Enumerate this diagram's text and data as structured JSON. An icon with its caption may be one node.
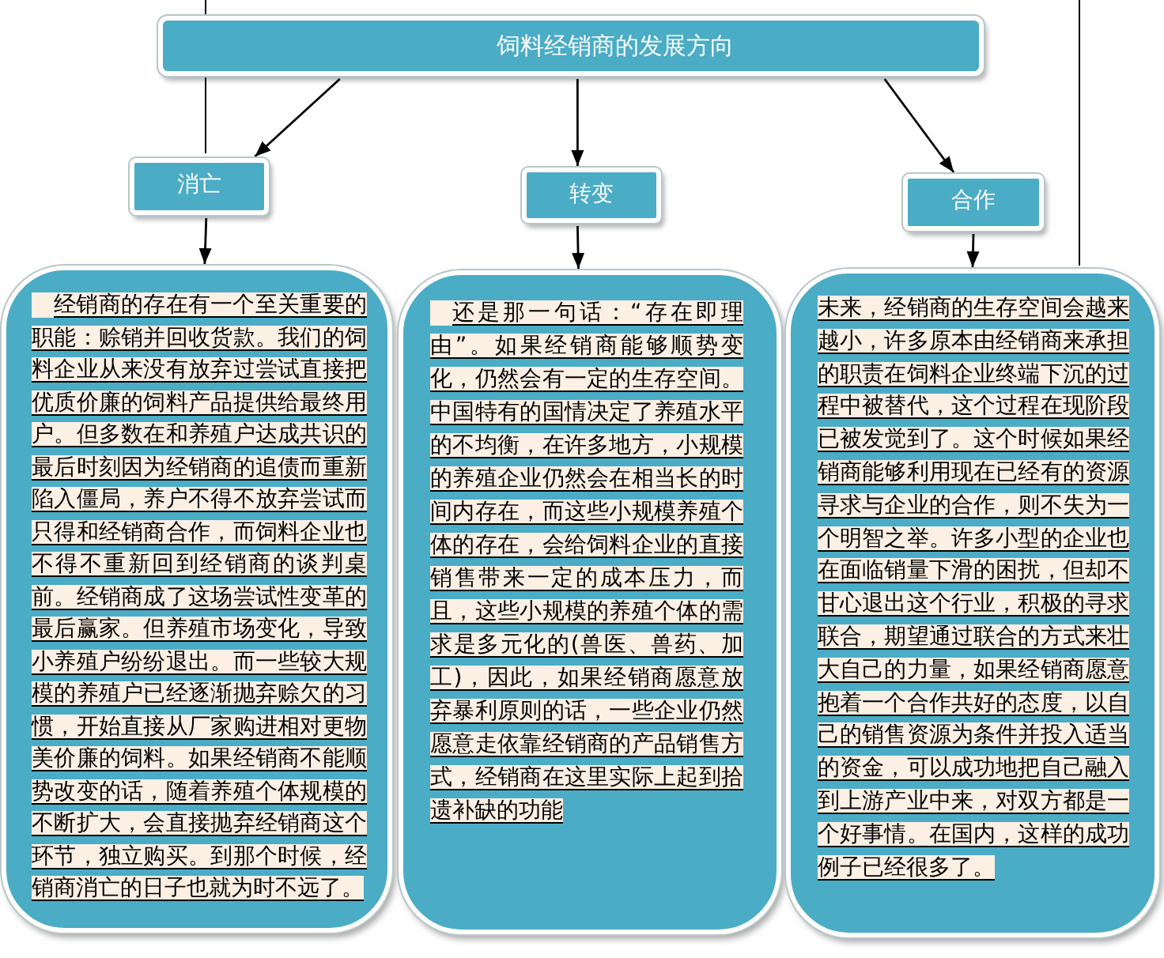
{
  "diagram": {
    "nodes": [
      {
        "text": [
          "饲料经销商的发展方向"
        ]
      },
      {
        "text": [
          "消亡"
        ]
      },
      {
        "text": [
          "转变"
        ]
      },
      {
        "text": [
          "合作"
        ]
      },
      {
        "text": [
          "经销商的存在有一个至关重要的职能：赊销并回收货款。我们的饲料企业从来没有放弃过尝试直接把优质价廉的饲料产品提供给最终用户。但多数在和养殖户达成共识的最后时刻因为经销商的追债而重新陷入僵局，养户不得不放弃尝试而只得和经销商合作，而饲料企业也不得不重新回到经销商的谈判桌前。经销商成了这场尝试性变革的最后赢家。但养殖市场变化，导致小养殖户纷纷退出。而一些较大规模的养殖户已经逐渐抛弃赊欠的习惯，开始直接从厂家购进相对更物美价廉的饲料。如果经销商不能顺势改变的话，随着养殖个体规模的不断扩大，会直接抛弃经销商这个环节，独立购买。到那个时候，经销商消亡的日子也就为时不远了。"
        ]
      },
      {
        "text": [
          "还是那一句话：“存在即理由”。如果经销商能够顺势变化，仍然会有一定的生存空间。中国特有的国情决定了养殖水平的不均衡，在许多地方，小规模的养殖企业仍然会在相当长的时间内存在，而这些小规模养殖个体的存在，会给饲料企业的直接销售带来一定的成本压力，而且，这些小规模的养殖个体的需求是多元化的(兽医、兽药、加工)，因此，如果经销商愿意放弃暴利原则的话，一些企业仍然愿意走依靠经销商的产品销售方式，经销商在这里实际上起到拾遗补缺的功能"
        ]
      },
      {
        "text": [
          "未来，经销商的生存空间会越来越小，许多原本由经销商来承担的职责在饲料企业终端下沉的过程中被替代，这个过程在现阶段已被发觉到了。这个时候如果经销商能够利用现在已经有的资源寻求与企业的合作，则不失为一个明智之举。许多小型的企业也在面临销量下滑的困扰，但却不甘心退出这个行业，积极的寻求联合，期望通过联合的方式来壮大自己的力量，如果经销商愿意抱着一个合作共好的态度，以自己的销售资源为条件并投入适当的资金，可以成功地把自己融入到上游产业中来，对双方都是一个好事情。在国内，这样的成功例子已经很多了。"
        ]
      }
    ],
    "edges": [
      {
        "from": 0,
        "to": 1,
        "arrow": "to"
      },
      {
        "from": 0,
        "to": 2,
        "arrow": "to"
      },
      {
        "from": 0,
        "to": 3,
        "arrow": "to"
      },
      {
        "from": 1,
        "to": 4,
        "arrow": "to"
      },
      {
        "from": 2,
        "to": 5,
        "arrow": "to"
      },
      {
        "from": 3,
        "to": 6,
        "arrow": "to"
      }
    ]
  }
}
